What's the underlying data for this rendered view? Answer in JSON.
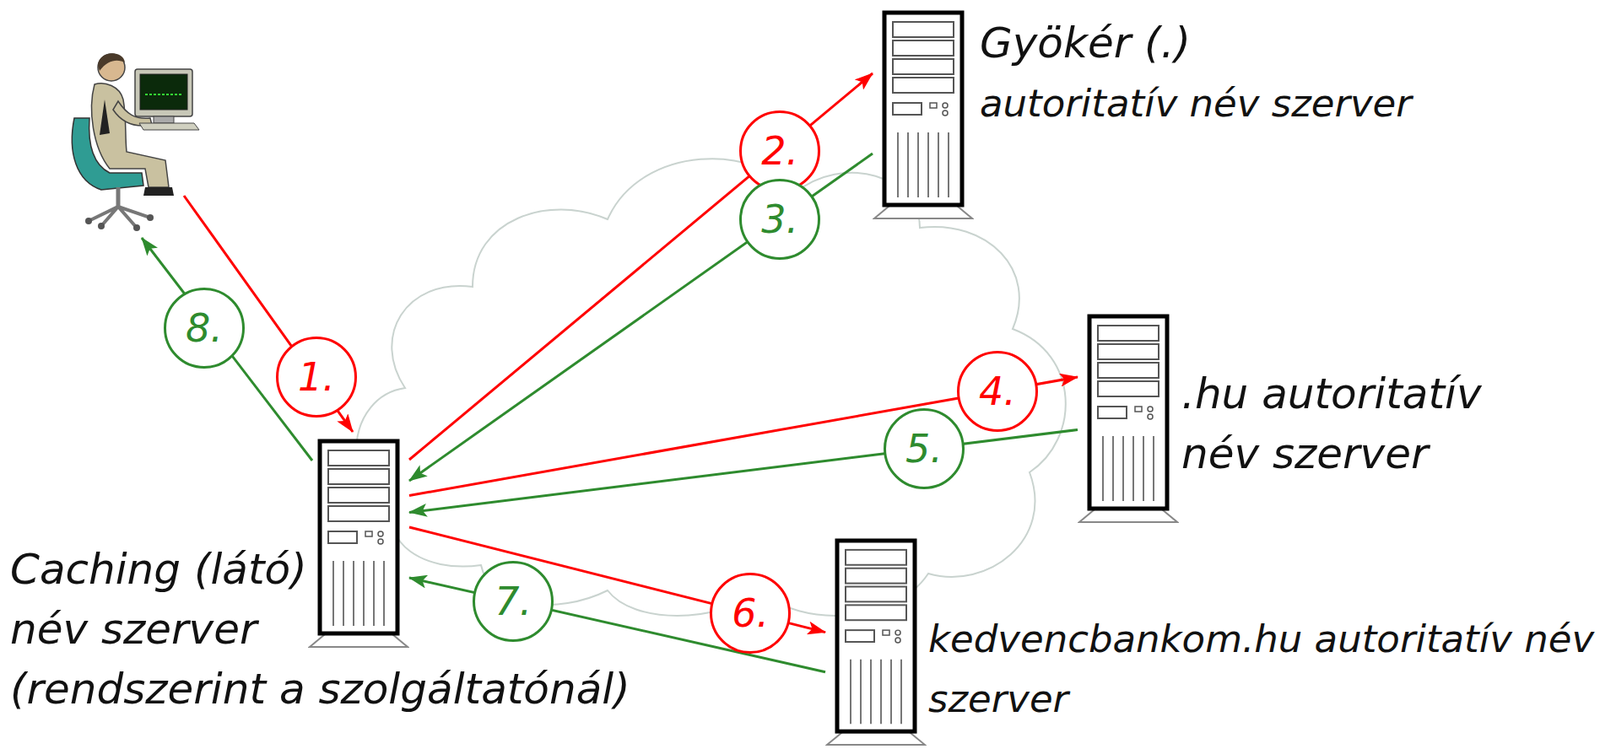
{
  "diagram": {
    "nodes": [
      {
        "text": [
          "Caching (látó) név szerver",
          "(rendszerint a szolgáltatónál)"
        ]
      },
      {
        "text": [
          "Gyökér (.)",
          "autoritatív név szerver"
        ]
      },
      {
        "text": [
          ".hu autoritatív név szerver"
        ]
      },
      {
        "text": [
          "kedvencbankom.hu autoritatív név szerver"
        ]
      }
    ],
    "edges": [
      {
        "from": 0,
        "to": 1,
        "arrow": "to",
        "label": "2."
      },
      {
        "from": 1,
        "to": 0,
        "arrow": "to",
        "label": "3."
      },
      {
        "from": 0,
        "to": 2,
        "arrow": "to",
        "label": "4."
      },
      {
        "from": 2,
        "to": 0,
        "arrow": "to",
        "label": "5."
      },
      {
        "from": 0,
        "to": 3,
        "arrow": "to",
        "label": "6."
      },
      {
        "from": 3,
        "to": 0,
        "arrow": "to",
        "label": "7."
      }
    ],
    "labels": [
      "1.",
      "8."
    ]
  }
}
